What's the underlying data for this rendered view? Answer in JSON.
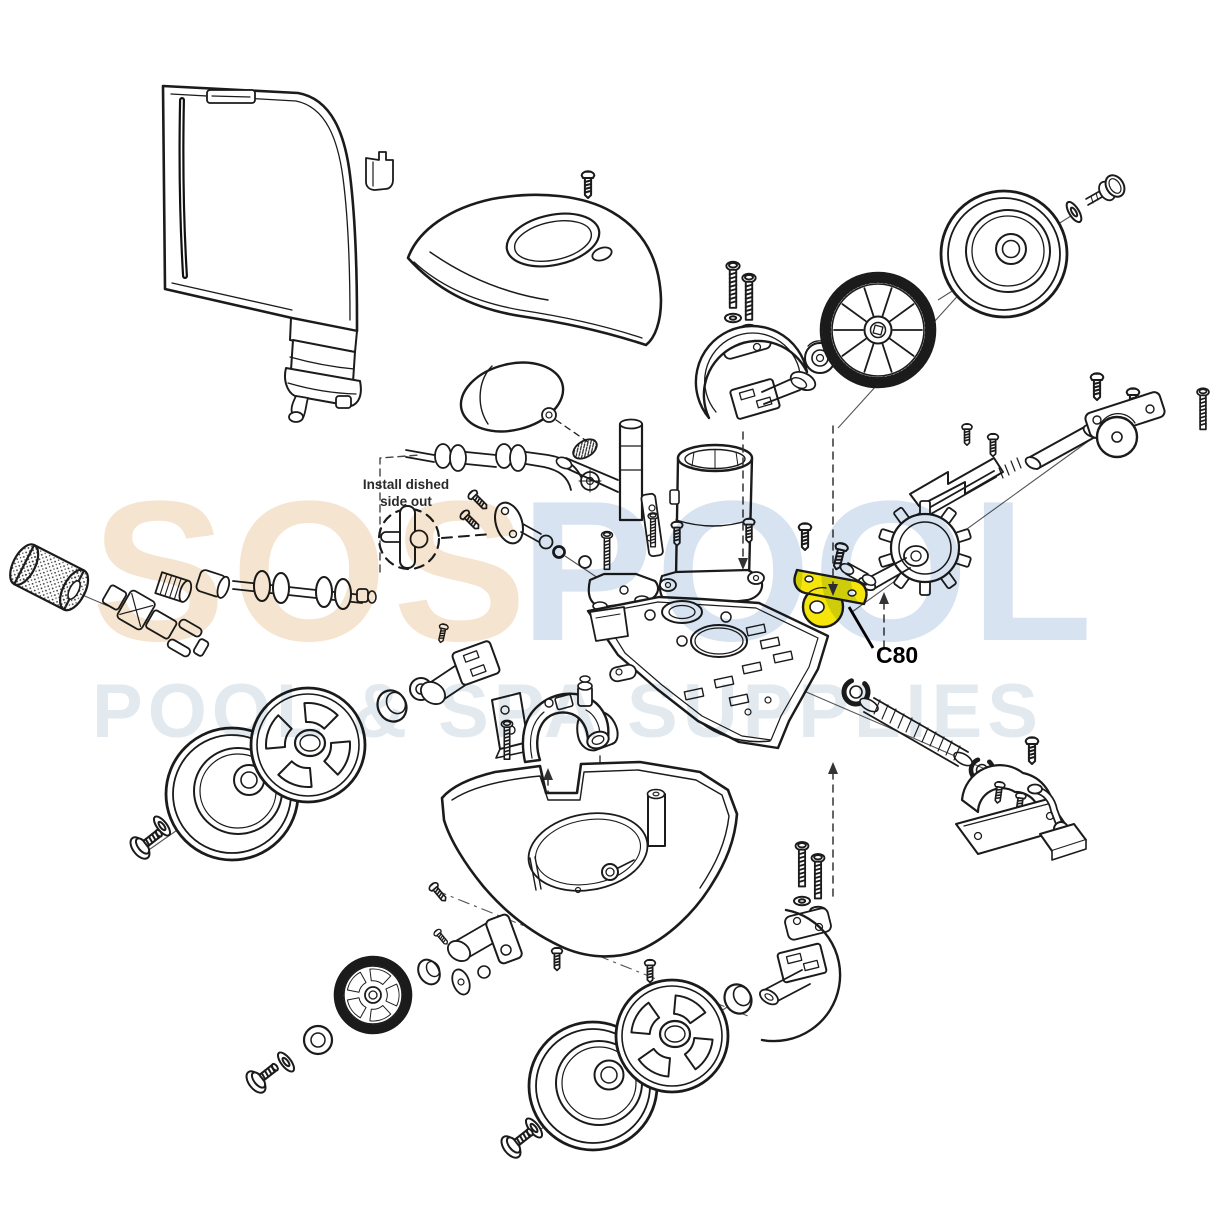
{
  "annotations": {
    "install_note_line1": "Install dished",
    "install_note_line2": "side out",
    "part_label": "C80"
  },
  "watermark": {
    "word1": "SOS",
    "word2": "POOL",
    "tagline": "POOL & SPA SUPPLIES"
  },
  "colors": {
    "background": "#ffffff",
    "line": "#1b1b1b",
    "highlight_yellow": "#f6e50a",
    "watermark_word1": "#f5e4cf",
    "watermark_word2": "#d7e3f0",
    "watermark_tagline": "#e2e9ef"
  }
}
